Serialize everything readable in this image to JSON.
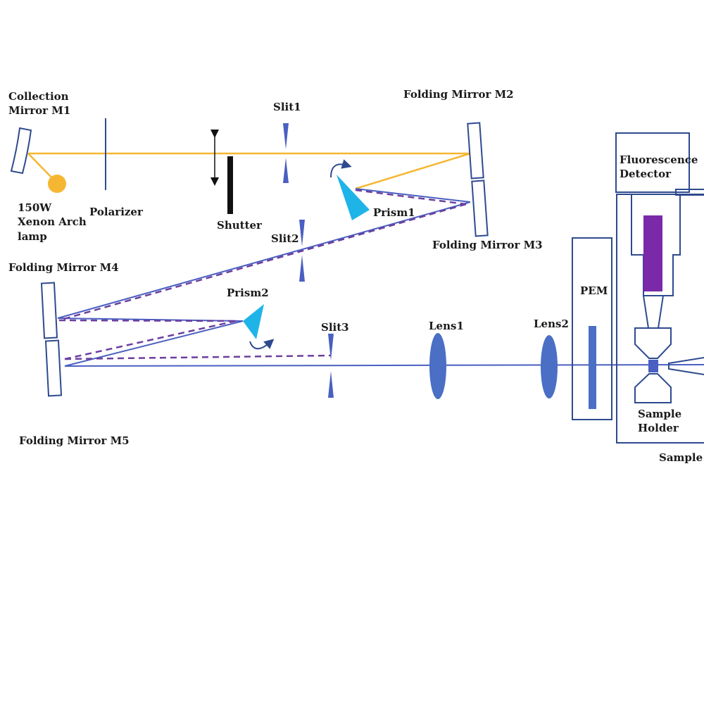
{
  "labels": {
    "collection_mirror": [
      "Collection",
      "Mirror M1"
    ],
    "lamp": [
      "150W",
      "Xenon Arch",
      "lamp"
    ],
    "polarizer": "Polarizer",
    "shutter": "Shutter",
    "slit1": "Slit1",
    "slit2": "Slit2",
    "slit3": "Slit3",
    "prism1": "Prism1",
    "prism2": "Prism2",
    "mirror_m2": "Folding Mirror M2",
    "mirror_m3": "Folding Mirror M3",
    "mirror_m4": "Folding Mirror M4",
    "mirror_m5": "Folding Mirror M5",
    "lens1": "Lens1",
    "lens2": "Lens2",
    "pem": "PEM",
    "fluorescence_detector": [
      "Fluorescence",
      "Detector"
    ],
    "sample_holder": [
      "Sample",
      "Holder"
    ],
    "sample_chamber": "Sample C"
  },
  "colors": {
    "beam_source": "#f5b731",
    "beam_monochromatic": "#4a5fc1",
    "beam_dispersed": "#6b3fa0",
    "optic_outline": "#2e4a8f",
    "prism_fill": "#1fb4e8",
    "lens_fill": "#4a6fc4",
    "detector_fill": "#7a2aa8",
    "lamp_fill": "#f5b731",
    "shutter_fill": "#111111"
  }
}
